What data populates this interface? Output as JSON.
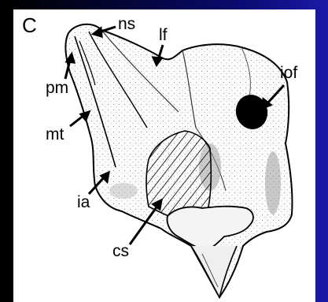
{
  "figure": {
    "panel_letter": "C",
    "labels": {
      "ns": "ns",
      "lf": "lf",
      "iof": "iof",
      "pm": "pm",
      "mt": "mt",
      "ia": "ia",
      "cs": "cs"
    }
  },
  "colors": {
    "background_dark": "#000000",
    "background_blue": "#1a1aa8",
    "panel": "#ffffff",
    "ink": "#000000"
  }
}
